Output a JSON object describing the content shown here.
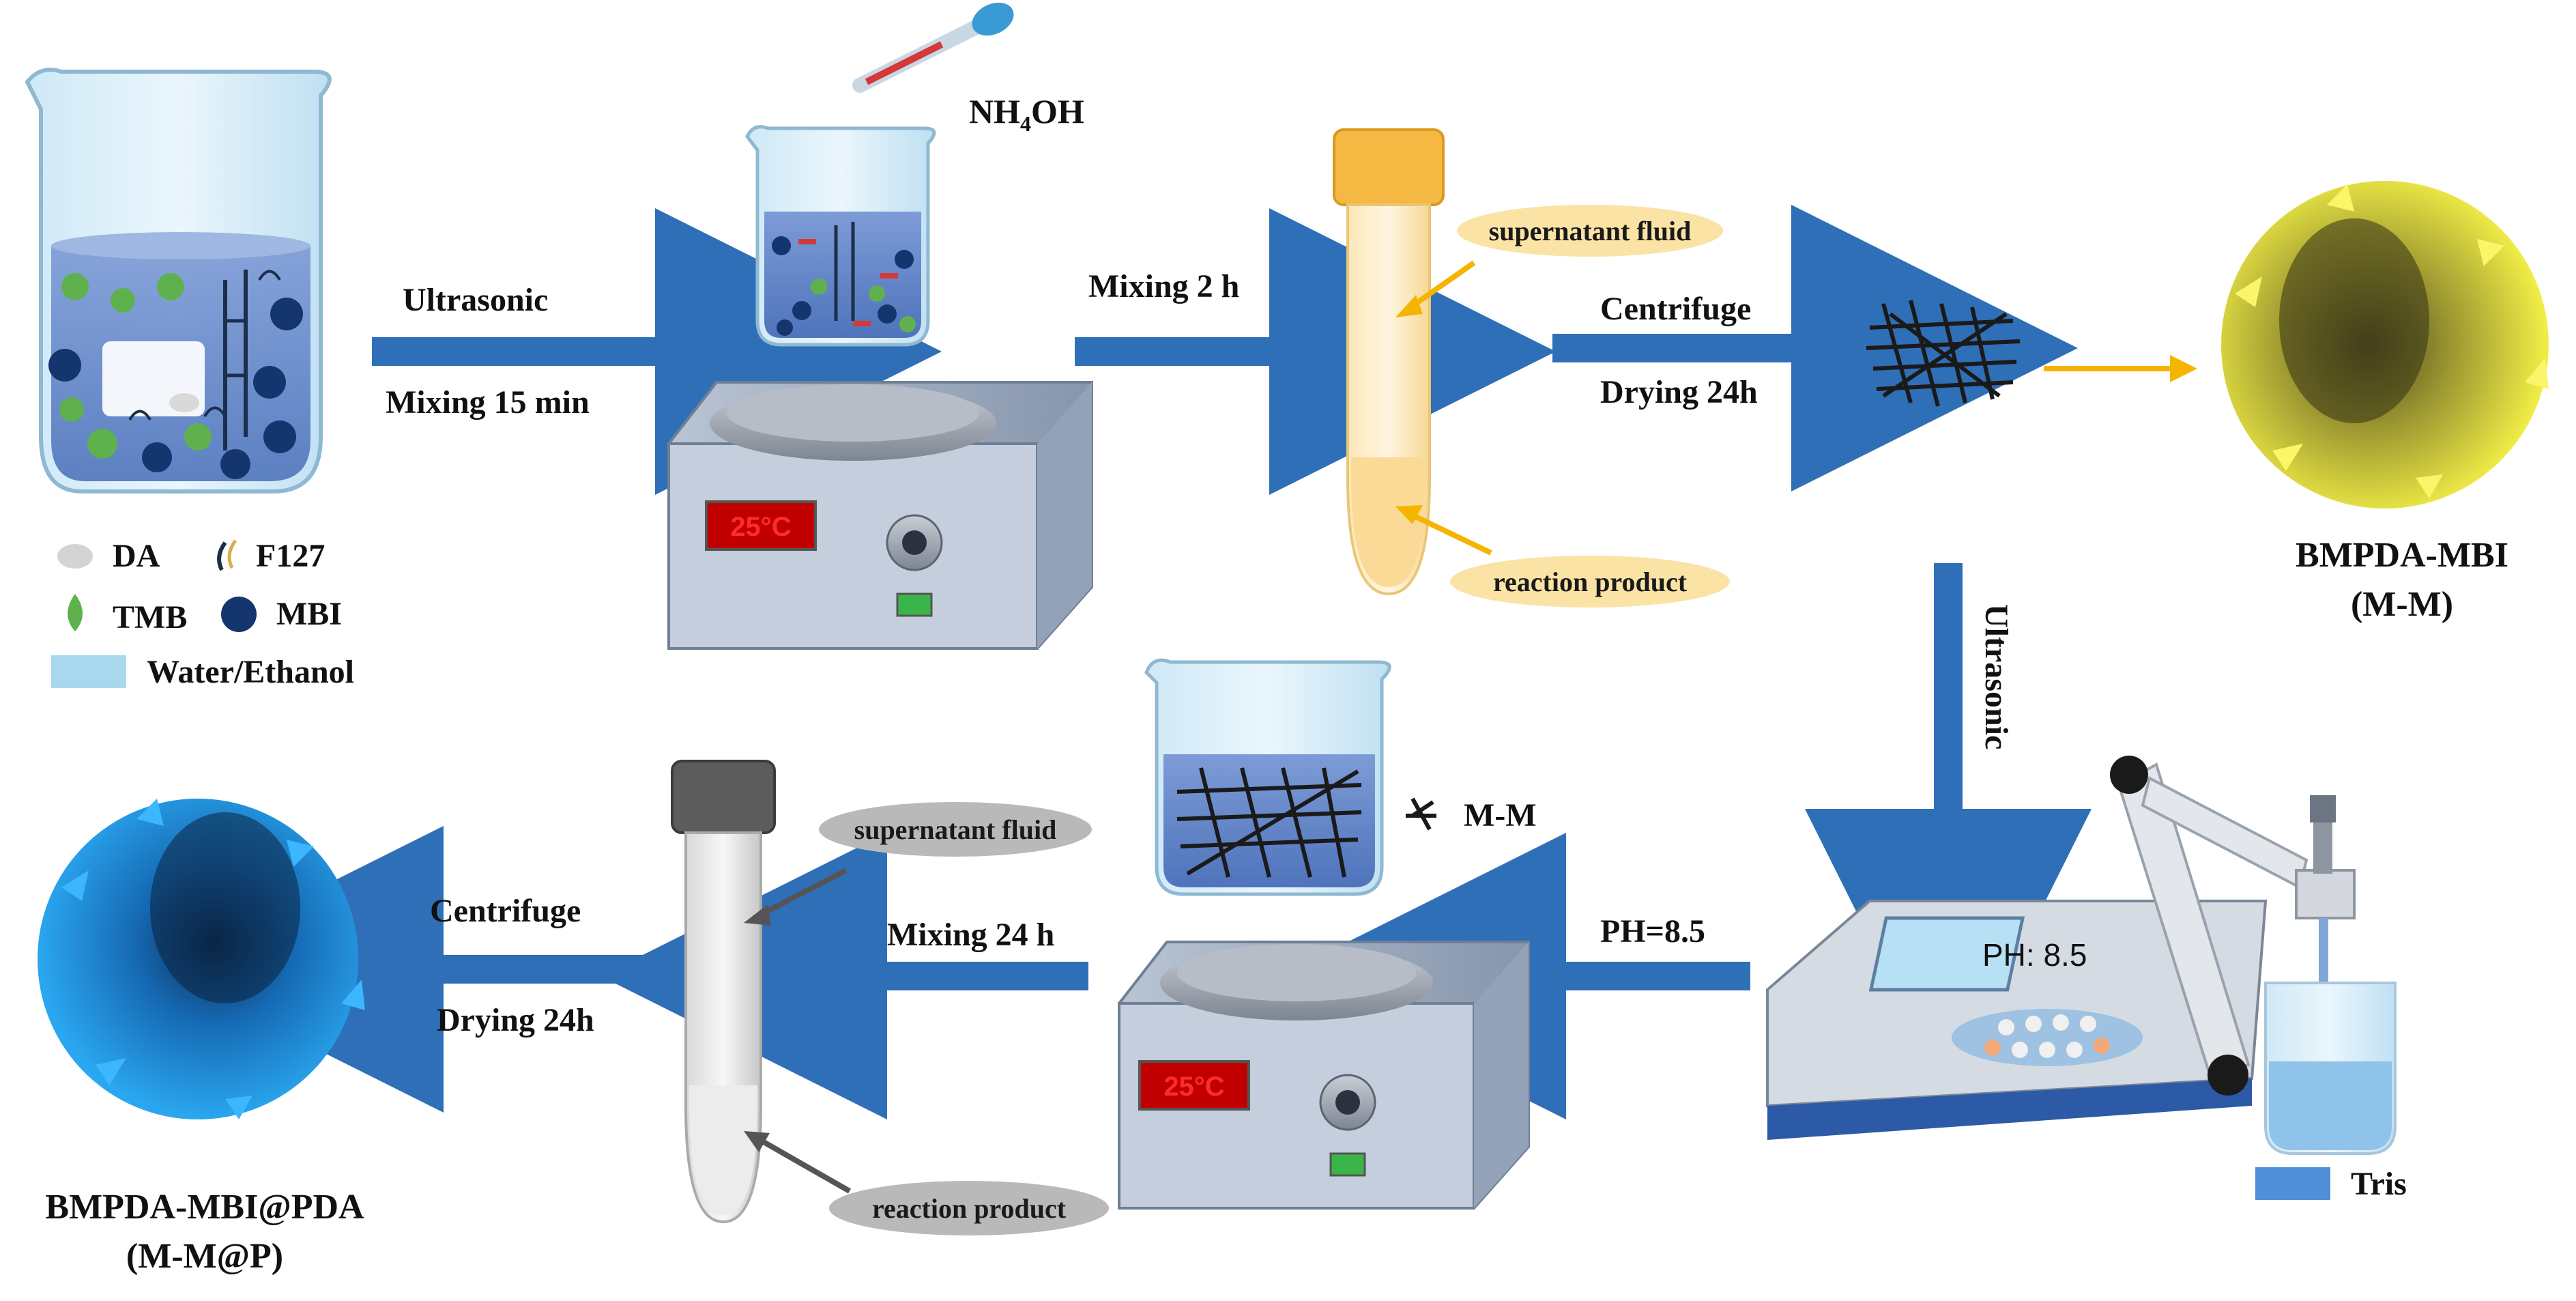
{
  "colors": {
    "arrow_blue": "#2f6fb8",
    "arrow_yellow": "#f5b400",
    "liquid": "#6e90cc",
    "water": "#a9d8ee",
    "particle_yellow": "#e8e23a",
    "particle_blue": "#1e8fe0",
    "label_pill_yellow": "#fbe3a6",
    "label_pill_gray": "#b9b9b9",
    "mbi": "#14356e",
    "tmb": "#5fb14d",
    "screen_bg": "#c00000"
  },
  "steps": {
    "ultrasonic": "Ultrasonic",
    "mixing_15": "Mixing 15 min",
    "nh4oh_main": "NH",
    "nh4oh_sub": "4",
    "nh4oh_end": "OH",
    "mixing_2h": "Mixing 2 h",
    "centrifuge_1": "Centrifuge",
    "drying_1": "Drying 24h",
    "ultrasonic_vertical": "Ultrasonic",
    "ph": "PH=8.5",
    "mixing_24h": "Mixing 24 h",
    "centrifuge_2": "Centrifuge",
    "drying_2": "Drying 24h"
  },
  "tube_labels": {
    "supernatant_1": "supernatant fluid",
    "reaction_1": "reaction product",
    "supernatant_2": "supernatant fluid",
    "reaction_2": "reaction product"
  },
  "legend": {
    "da": "DA",
    "f127": "F127",
    "tmb": "TMB",
    "mbi": "MBI",
    "solvent": "Water/Ethanol"
  },
  "instruments": {
    "stirrer_temp_1": "25°C",
    "stirrer_temp_2": "25°C",
    "ph_meter_display": "PH: 8.5",
    "mm_label": "M-M",
    "tris_label": "Tris"
  },
  "products": {
    "bmpda_mbi": "BMPDA-MBI",
    "mm": "(M-M)",
    "bmpda_mbi_pda": "BMPDA-MBI@PDA",
    "mmp": "(M-M@P)"
  }
}
